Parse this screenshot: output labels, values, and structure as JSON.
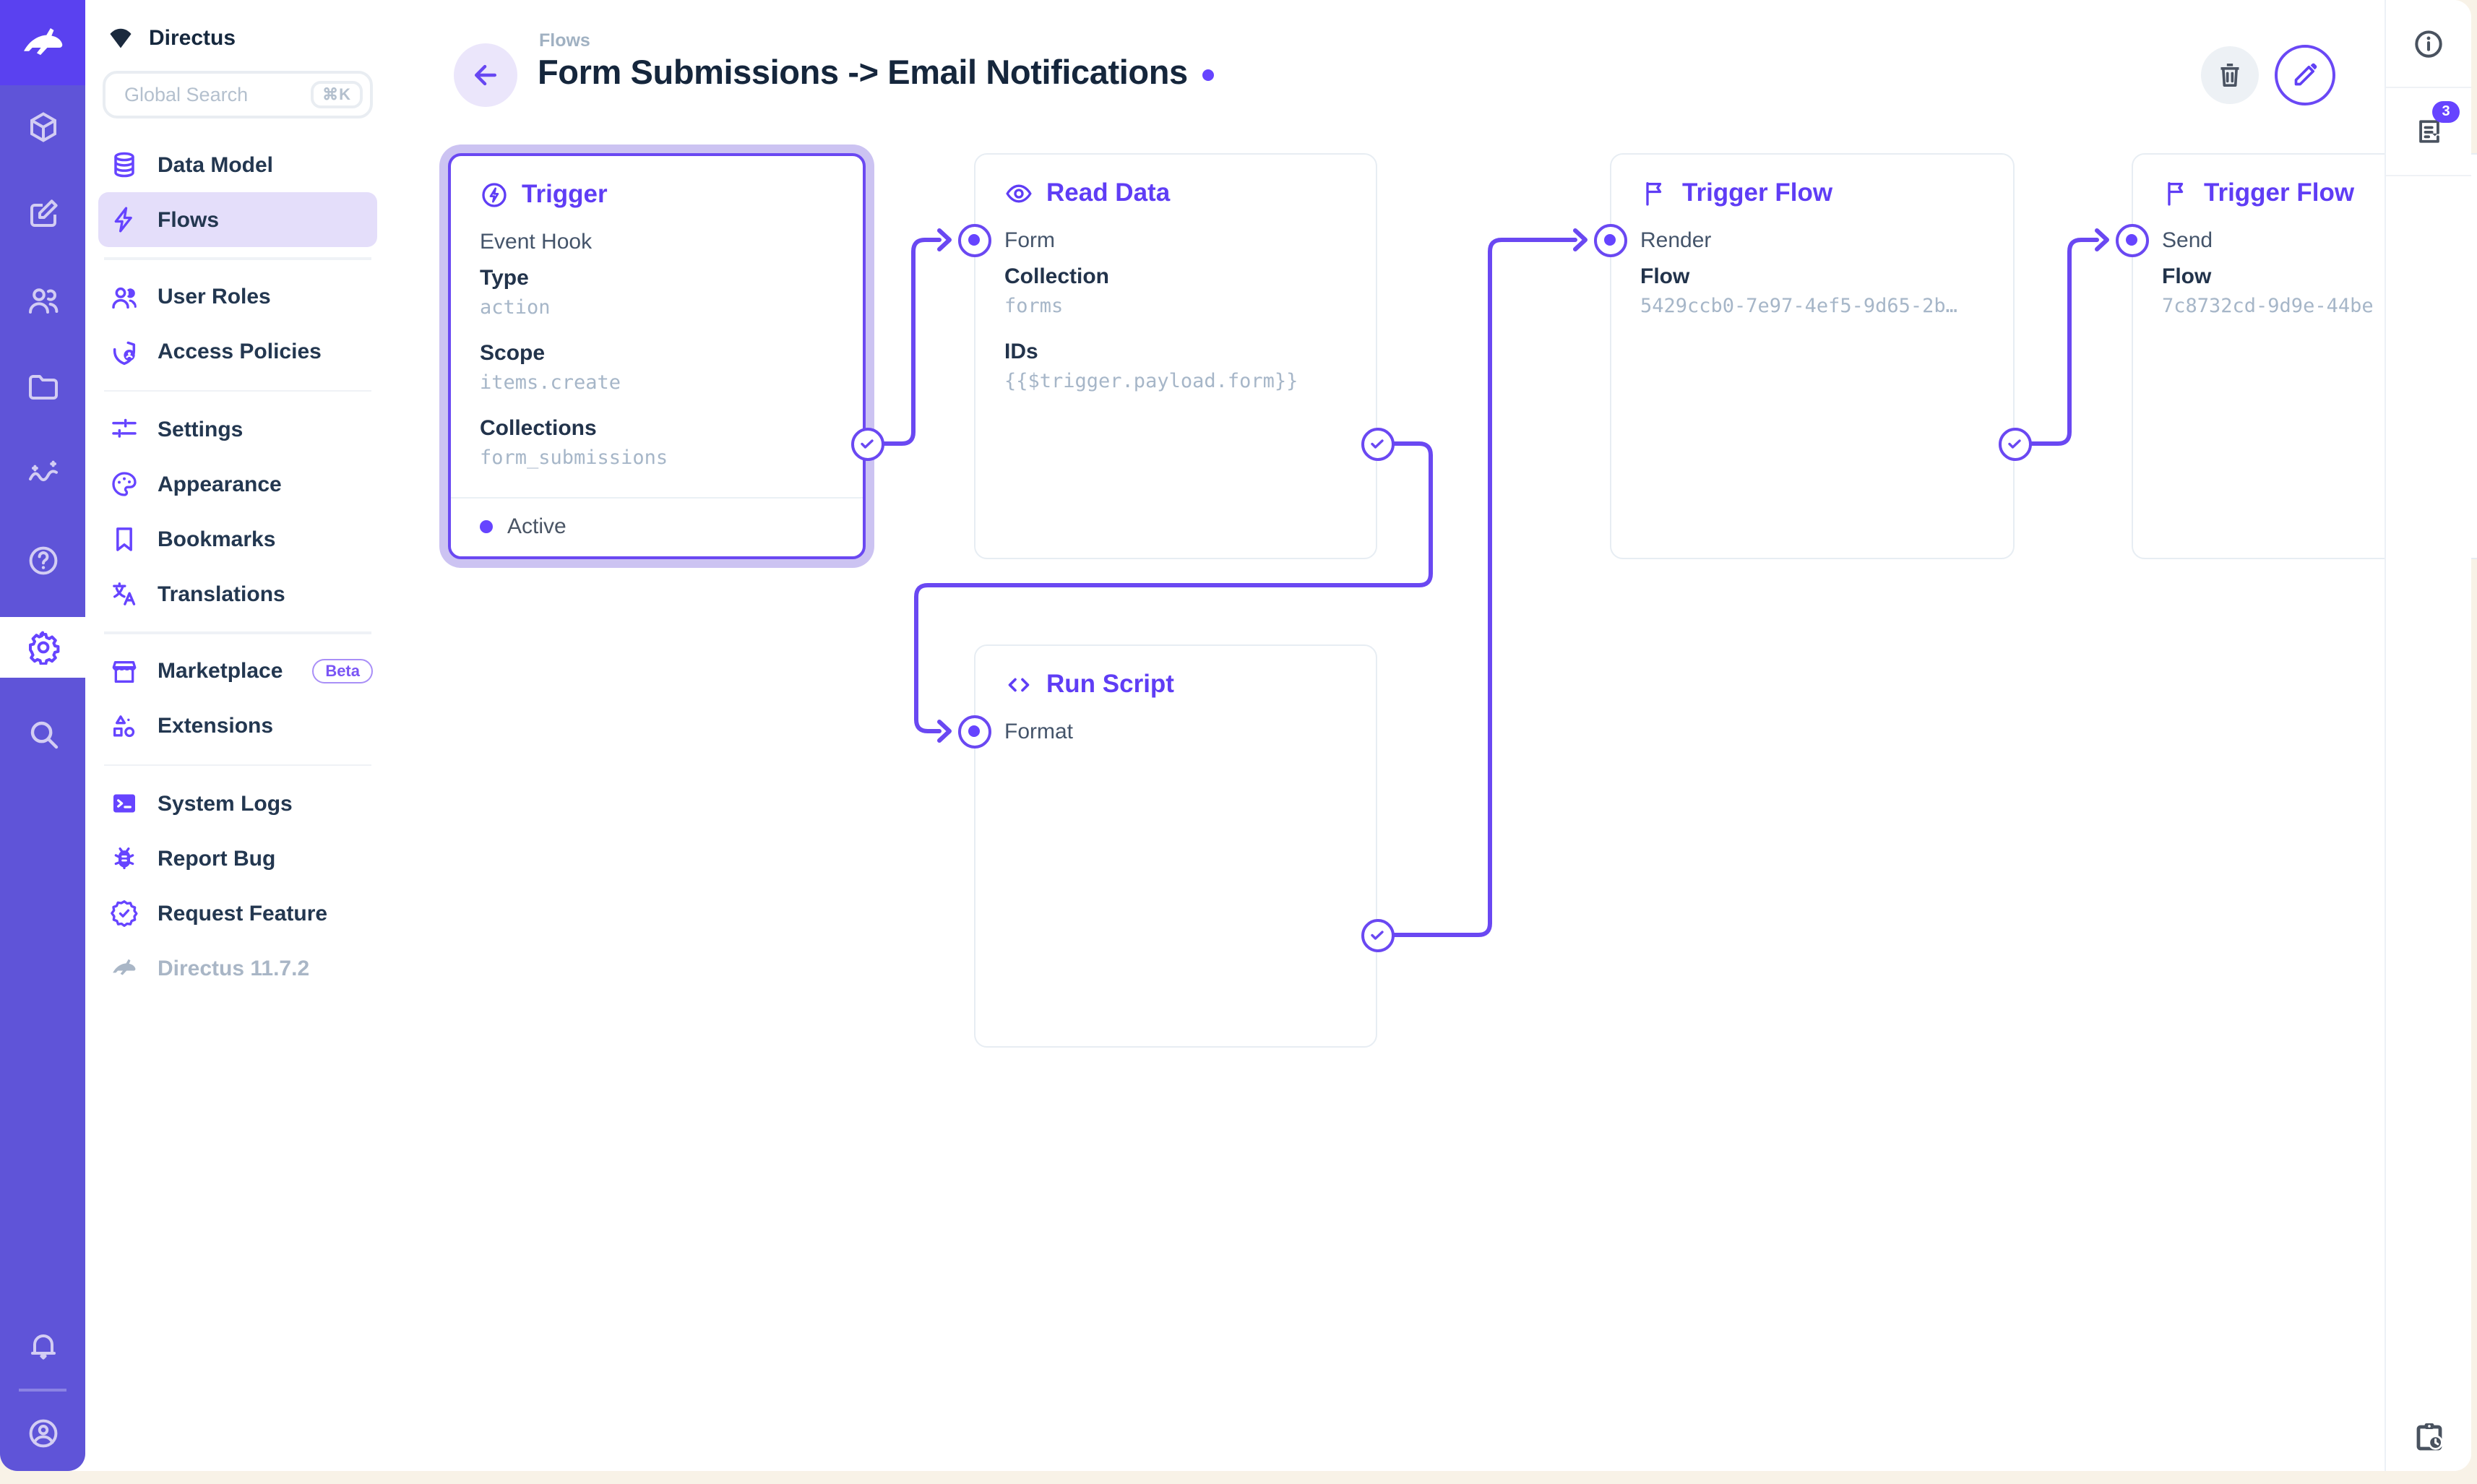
{
  "sidebar": {
    "project_name": "Directus",
    "search_placeholder": "Global Search",
    "search_shortcut": "⌘K",
    "items": [
      {
        "label": "Data Model"
      },
      {
        "label": "Flows"
      },
      {
        "label": "User Roles"
      },
      {
        "label": "Access Policies"
      },
      {
        "label": "Settings"
      },
      {
        "label": "Appearance"
      },
      {
        "label": "Bookmarks"
      },
      {
        "label": "Translations"
      },
      {
        "label": "Marketplace",
        "badge": "Beta"
      },
      {
        "label": "Extensions"
      },
      {
        "label": "System Logs"
      },
      {
        "label": "Report Bug"
      },
      {
        "label": "Request Feature"
      }
    ],
    "version": "Directus 11.7.2"
  },
  "header": {
    "breadcrumb": "Flows",
    "title": "Form Submissions -> Email Notifications"
  },
  "flow_canvas": {
    "trigger_panel": {
      "title": "Trigger",
      "subtitle": "Event Hook",
      "type_label": "Type",
      "type_value": "action",
      "scope_label": "Scope",
      "scope_value": "items.create",
      "collections_label": "Collections",
      "collections_value": "form_submissions",
      "status": "Active"
    },
    "read_data_panel": {
      "title": "Read Data",
      "name": "Form",
      "collection_label": "Collection",
      "collection_value": "forms",
      "ids_label": "IDs",
      "ids_value": "{{$trigger.payload.form}}"
    },
    "trigger_flow_render_panel": {
      "title": "Trigger Flow",
      "name": "Render",
      "flow_label": "Flow",
      "flow_value": "5429ccb0-7e97-4ef5-9d65-2b…"
    },
    "trigger_flow_send_panel": {
      "title": "Trigger Flow",
      "name": "Send",
      "flow_label": "Flow",
      "flow_value": "7c8732cd-9d9e-44be"
    },
    "run_script_panel": {
      "title": "Run Script",
      "name": "Format"
    }
  },
  "right_sidebar": {
    "notifications_count": "3"
  },
  "colors": {
    "accent": "#6644FF",
    "module_bar": "#5F54D8",
    "logo_block": "#5A41F0",
    "page_background": "#F8F2E7",
    "panel_border": "#E7EDF3",
    "mono_text": "#A6B6C8"
  }
}
